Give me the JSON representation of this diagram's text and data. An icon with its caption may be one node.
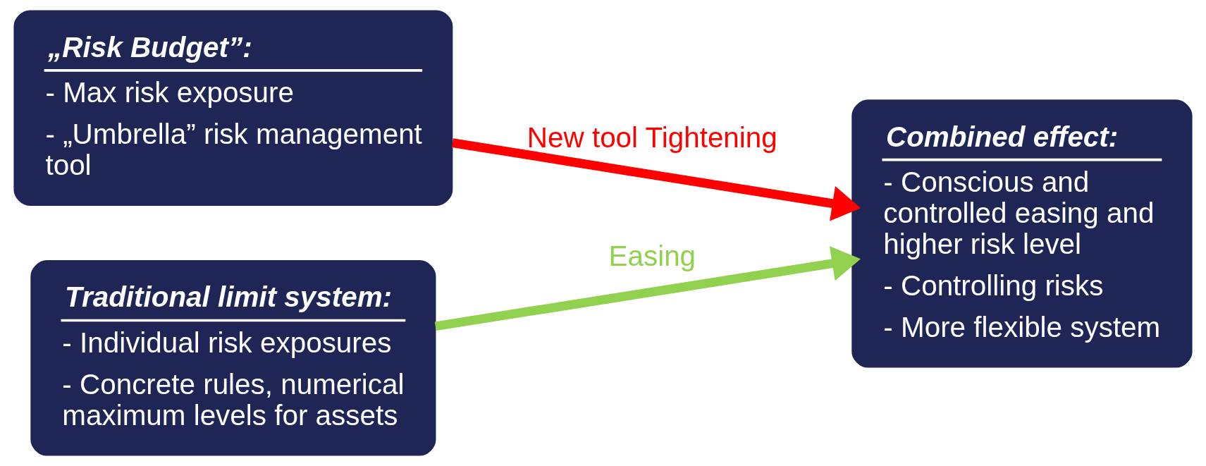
{
  "diagram": {
    "nodes": [
      {
        "text": [
          "„Risk Budget”:",
          "- Max risk exposure",
          "- „Umbrella” risk management tool"
        ]
      },
      {
        "text": [
          "Traditional limit system:",
          "- Individual risk exposures",
          "- Concrete rules, numerical maximum levels for assets"
        ]
      },
      {
        "text": [
          "Combined effect:",
          "- Conscious and controlled easing and higher risk level",
          "- Controlling risks",
          "- More flexible system"
        ]
      }
    ],
    "edges": [
      {
        "from": 0,
        "to": 2,
        "arrow": "to",
        "label": "New tool Tightening",
        "color": "#ff0000"
      },
      {
        "from": 1,
        "to": 2,
        "arrow": "to",
        "label": "Easing",
        "color": "#92d050"
      }
    ]
  }
}
